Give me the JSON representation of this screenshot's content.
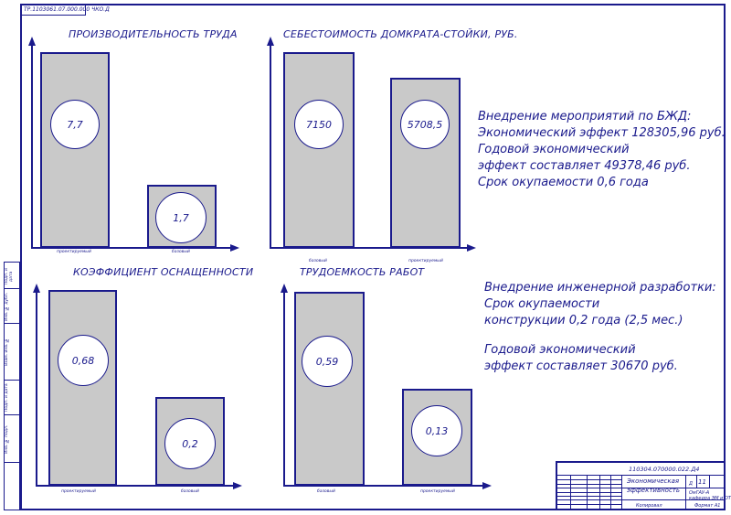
{
  "sheet": {
    "label": "ТР.1103061.07.000.000 ЧКО.Д",
    "side_labels": [
      "Подп. и дата",
      "Инв. № дубл.",
      "Взам. инв. №",
      "Подп. и дата",
      "Инв. № подл."
    ]
  },
  "chart_data": [
    {
      "type": "bar",
      "title": "ПРОИЗВОДИТЕЛЬНОСТЬ ТРУДА",
      "categories": [
        "проектируемый",
        "базовый"
      ],
      "values": [
        7.7,
        1.7
      ],
      "value_labels": [
        "7,7",
        "1,7"
      ]
    },
    {
      "type": "bar",
      "title": "СЕБЕСТОИМОСТЬ ДОМКРАТА-СТОЙКИ, РУБ.",
      "categories": [
        "базовый",
        "проектируемый"
      ],
      "values": [
        7150,
        5708.5
      ],
      "value_labels": [
        "7150",
        "5708,5"
      ]
    },
    {
      "type": "bar",
      "title": "КОЭФФИЦИЕНТ ОСНАЩЕННОСТИ",
      "categories": [
        "проектируемый",
        "базовый"
      ],
      "values": [
        0.68,
        0.2
      ],
      "value_labels": [
        "0,68",
        "0,2"
      ]
    },
    {
      "type": "bar",
      "title": "ТРУДОЕМКОСТЬ РАБОТ",
      "categories": [
        "базовый",
        "проектируемый"
      ],
      "values": [
        0.59,
        0.13
      ],
      "value_labels": [
        "0,59",
        "0,13"
      ]
    }
  ],
  "notes": {
    "block1": [
      "Внедрение мероприятий по БЖД:",
      "Экономический эффект 128305,96 руб.",
      "Годовой экономический",
      "эффект составляет 49378,46 руб.",
      "Срок окупаемости 0,6 года"
    ],
    "block2": [
      "Внедрение инженерной разработки:",
      "Срок окупаемости",
      "конструкции 0,2 года (2,5 мес.)"
    ],
    "block3": [
      "Годовой экономический",
      "эффект составляет 30670 руб."
    ]
  },
  "stamp": {
    "code": "110304.070000.022.Д4",
    "title_line1": "Экономическая",
    "title_line2": "эффективность",
    "sheet_letter": "Д",
    "sheet_num": "11",
    "org_line1": "ОмГАУ-А",
    "org_line2": "кафедра ЭМ и ОТ",
    "copied": "Копировал",
    "format": "Формат А1"
  },
  "colors": {
    "ink": "#1a1a8c",
    "bar_fill": "#c9c9c9"
  }
}
